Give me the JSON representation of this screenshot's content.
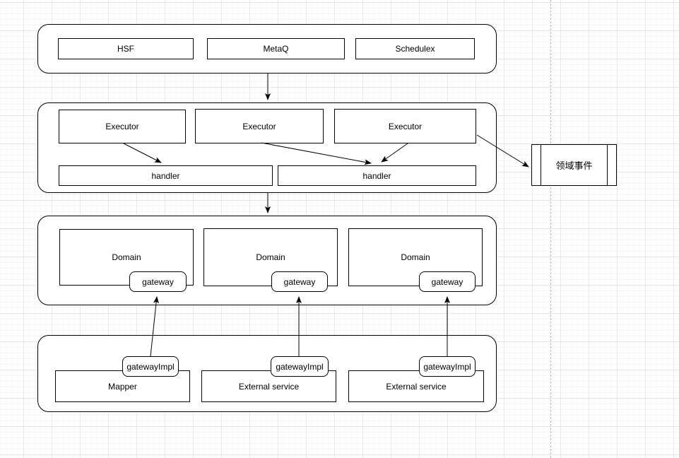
{
  "canvas": {
    "shape_stroke_color": "#000000",
    "shape_fill_color": "#ffffff",
    "grid_minor_color": "#f5f5f5",
    "grid_major_color": "#e7e7e7",
    "page_divider_color": "#b8b8b8"
  },
  "nodes": {
    "hsf": "HSF",
    "metaq": "MetaQ",
    "schedulex": "Schedulex",
    "executor_1": "Executor",
    "executor_2": "Executor",
    "executor_3": "Executor",
    "handler_1": "handler",
    "handler_2": "handler",
    "domain_event": "领域事件",
    "domain_1": "Domain",
    "domain_2": "Domain",
    "domain_3": "Domain",
    "gateway_1": "gateway",
    "gateway_2": "gateway",
    "gateway_3": "gateway",
    "gateway_impl_1": "gatewayImpl",
    "gateway_impl_2": "gatewayImpl",
    "gateway_impl_3": "gatewayImpl",
    "mapper": "Mapper",
    "external_service_1": "External service",
    "external_service_2": "External service"
  },
  "edges": [
    {
      "from": "entry-layer-container",
      "to": "executor-layer-container"
    },
    {
      "from": "executor_1",
      "to": "handler_1"
    },
    {
      "from": "executor_2",
      "to": "handler_2"
    },
    {
      "from": "executor_3",
      "to": "handler_2"
    },
    {
      "from": "executor_3",
      "to": "domain_event"
    },
    {
      "from": "executor-layer-container",
      "to": "domain-layer-container"
    },
    {
      "from": "gateway_impl_1",
      "to": "gateway_1"
    },
    {
      "from": "gateway_impl_2",
      "to": "gateway_2"
    },
    {
      "from": "gateway_impl_3",
      "to": "gateway_3"
    }
  ]
}
